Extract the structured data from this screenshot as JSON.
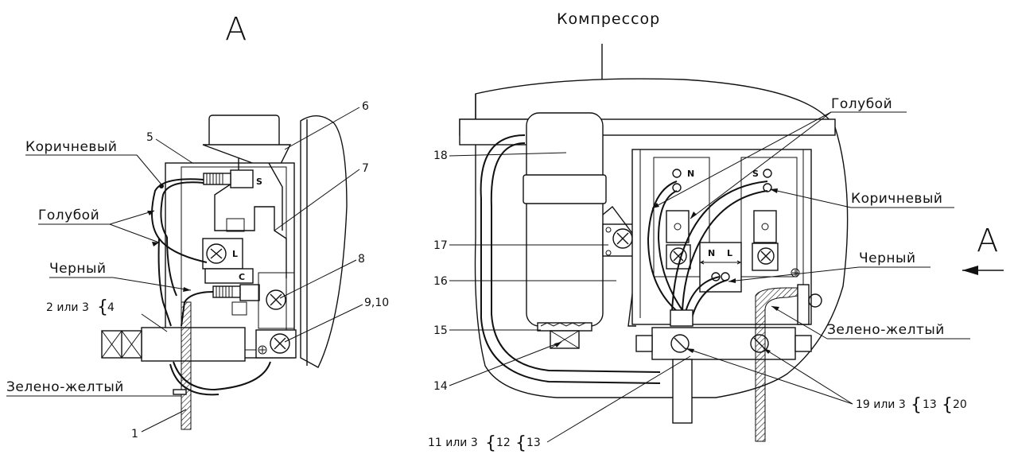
{
  "view_left": {
    "letter": "А"
  },
  "view_right": {
    "title": "Компрессор",
    "view_arrow_letter": "А"
  },
  "labels_left": {
    "brown": "Коричневый",
    "blue": "Голубой",
    "black": "Черный",
    "green_yellow": "Зелено-желтый",
    "n5": "5",
    "n6": "6",
    "n7": "7",
    "n8": "8",
    "n910": "9,10",
    "n1": "1",
    "n2or3": "2 или 3",
    "n4": "4",
    "term_s": "S",
    "term_l": "L",
    "term_c": "C"
  },
  "labels_right": {
    "blue": "Голубой",
    "brown": "Коричневый",
    "black": "Черный",
    "green_yellow": "Зелено-желтый",
    "n18": "18",
    "n17": "17",
    "n16": "16",
    "n15": "15",
    "n14": "14",
    "n11": "11 или 3",
    "n12": "12",
    "n13a": "13",
    "n19": "19 или 3",
    "n13b": "13",
    "n20": "20",
    "term_n": "N",
    "term_s": "S",
    "term_n2": "N",
    "term_l2": "L"
  }
}
